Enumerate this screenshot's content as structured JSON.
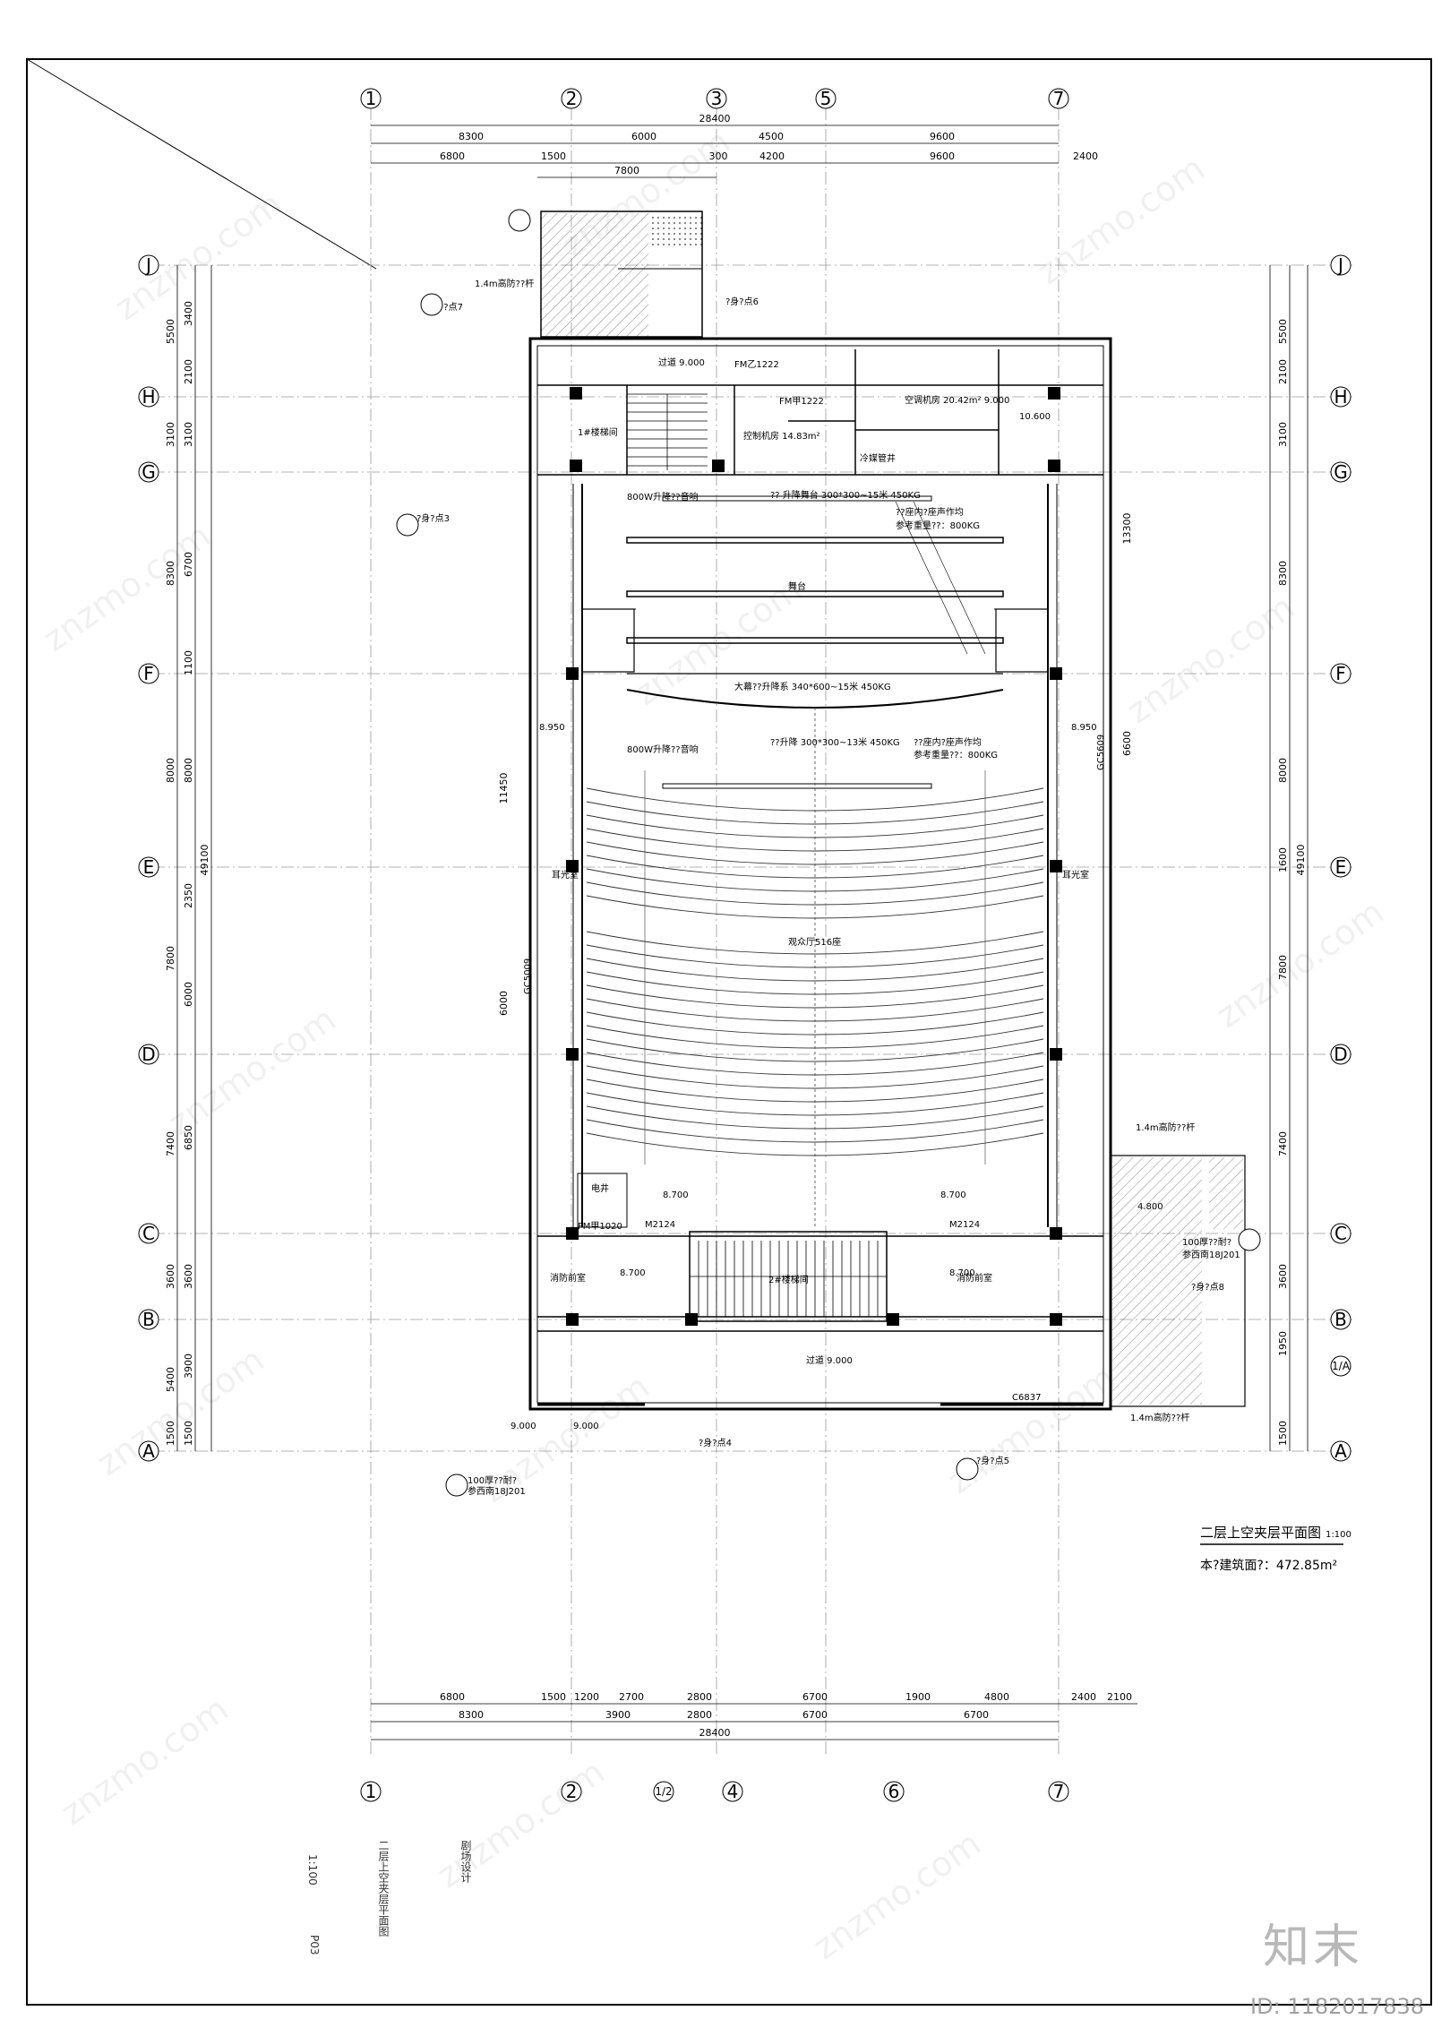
{
  "drawing": {
    "title": "二层上空夹层平面图",
    "scale": "1:100",
    "area_label": "本?建筑面?：472.85m²",
    "brand": "知末",
    "image_id": "ID: 1182017838",
    "watermark": "znzmo.com",
    "side_notes": [
      "二层上空夹层平面图",
      "剧场设计",
      "1:100",
      "P03"
    ]
  },
  "axes": {
    "top_columns": [
      "1",
      "2",
      "3",
      "5",
      "7"
    ],
    "bottom_columns": [
      "1",
      "2",
      "1/2",
      "4",
      "6",
      "7"
    ],
    "rows_left": [
      "J",
      "H",
      "G",
      "F",
      "E",
      "D",
      "C",
      "B",
      "A"
    ],
    "rows_right": [
      "J",
      "H",
      "G",
      "F",
      "E",
      "D",
      "C",
      "B",
      "1/A",
      "A"
    ]
  },
  "dimensions": {
    "top_total": "28400",
    "top_row1": [
      "8300",
      "6000",
      "4500",
      "9600"
    ],
    "top_row2": [
      "6800",
      "1500",
      "300",
      "4200",
      "9600",
      "2400"
    ],
    "top_row3": [
      "7800"
    ],
    "bottom_row1": [
      "6800",
      "1500",
      "1200",
      "2700",
      "2800",
      "6700",
      "1900",
      "4800",
      "2400",
      "2100"
    ],
    "bottom_row2": [
      "8300",
      "3900",
      "2800",
      "6700",
      "6700"
    ],
    "bottom_total": "28400",
    "left_outer": [
      "5500",
      "3100",
      "8300",
      "8000",
      "7800",
      "7400",
      "3600",
      "5400",
      "1500"
    ],
    "left_inner": [
      "3400",
      "2100",
      "3100",
      "6700",
      "1100",
      "8000",
      "2350",
      "6000",
      "6850",
      "3600",
      "3900",
      "1500"
    ],
    "left_total": "49100",
    "right_outer": [
      "5500",
      "2100",
      "3100",
      "8300",
      "8000",
      "1600",
      "7800",
      "7400",
      "3600",
      "1950",
      "1500"
    ],
    "right_total": "49100",
    "interior": [
      "13300",
      "11450",
      "6000",
      "6600"
    ]
  },
  "rooms": {
    "stage": "舞台",
    "auditorium": "观众厅516座",
    "stair1": "1#楼梯间",
    "stair2": "2#楼梯间",
    "corridor_top": "过道 9.000",
    "corridor_bottom": "过道 9.000",
    "ac_room": "空调机房 20.42m² 9.000",
    "control_room": "控制机房 14.83m²",
    "aisle_left": "耳光室",
    "aisle_right": "耳光室",
    "electric": "电井",
    "fire_left": "消防前室",
    "fire_right": "消防前室",
    "cold_store": "冷媒管井"
  },
  "notes": [
    "800W升降??音响",
    "?? 升降舞台  300*300~15米 450KG",
    "??座内?座声作均",
    "参考重量??：800KG",
    "大幕??升降系 340*600~15米 450KG",
    "??升降  300*300~13米 450KG",
    "1.4m高防??杆",
    "100厚??耐?",
    "参西南18J201",
    "?身?点7",
    "?身?点3",
    "?身?点5",
    "?身?点4",
    "?身?点6",
    "?身?点8"
  ],
  "elevations": [
    "8.950",
    "8.950",
    "8.700",
    "8.700",
    "8.700",
    "8.700",
    "9.000",
    "9.000",
    "10.600",
    "4.800"
  ],
  "door_codes": [
    "FM乙1222",
    "FM甲1222",
    "M2124",
    "M2124",
    "FM甲1020",
    "C6837",
    "GC5609",
    "GC5009"
  ]
}
